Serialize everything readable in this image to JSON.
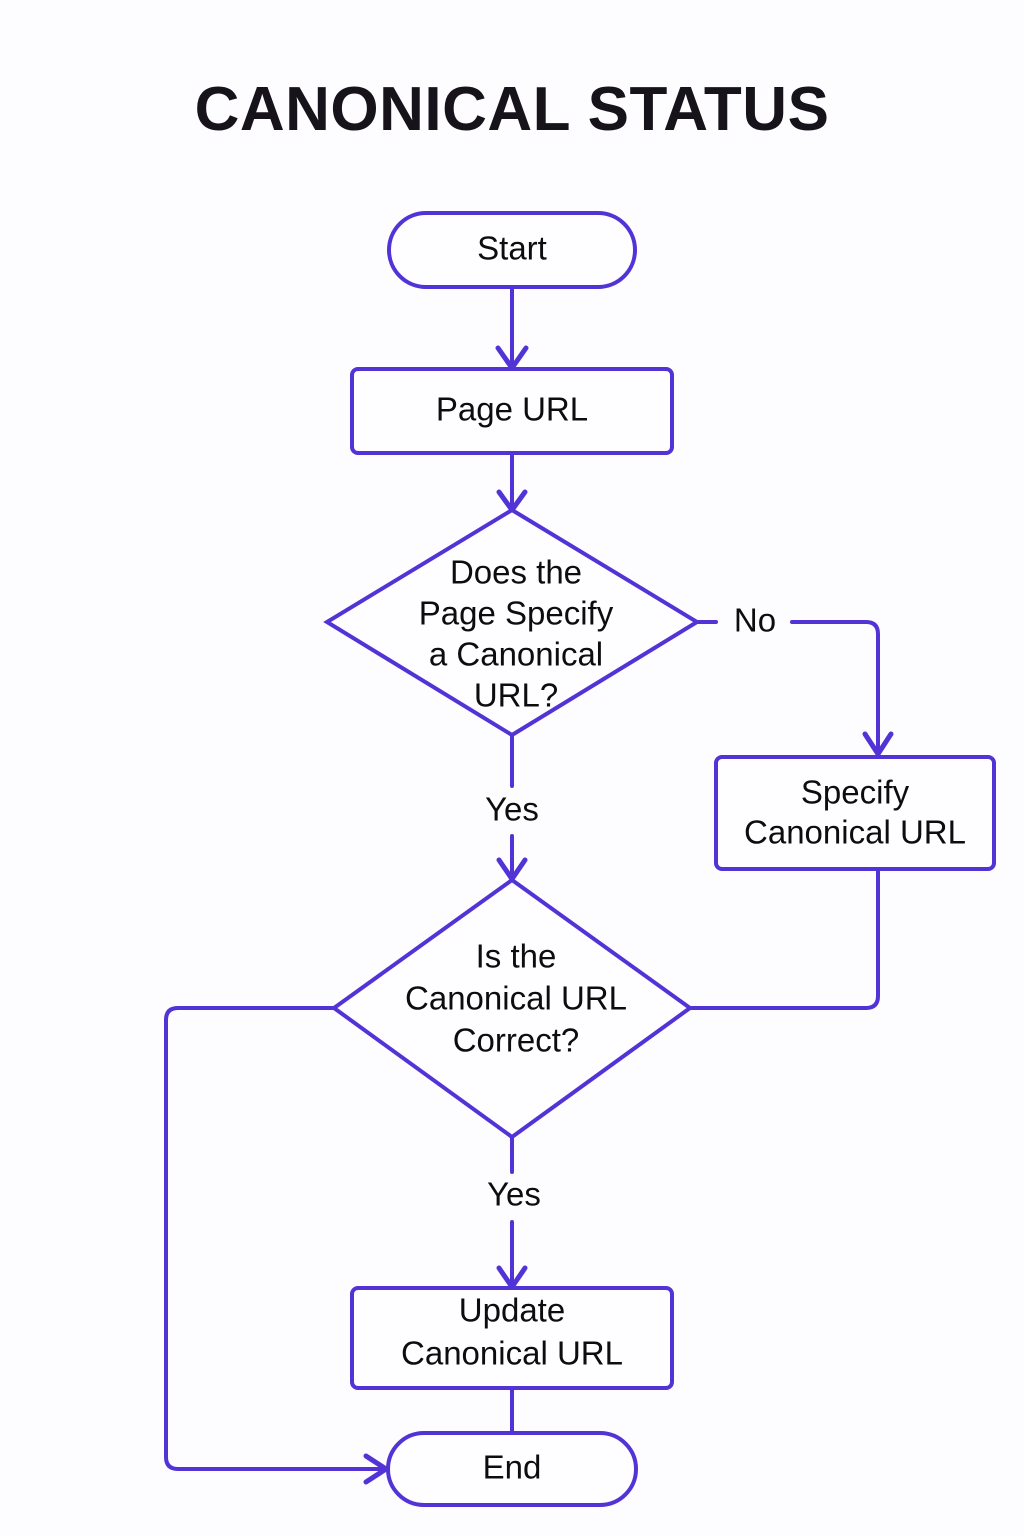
{
  "title": "CANONICAL STATUS",
  "colors": {
    "stroke": "#5233d6",
    "node_fill": "#fefdff",
    "text": "#0d0d10",
    "background": "#fdfcfe"
  },
  "chart_data": {
    "type": "diagram",
    "diagram_type": "flowchart",
    "title": "CANONICAL STATUS",
    "orientation": "top-to-bottom",
    "nodes": [
      {
        "id": "start",
        "label": "Start",
        "shape": "stadium",
        "lines": [
          "Start"
        ]
      },
      {
        "id": "page_url",
        "label": "Page URL",
        "shape": "rectangle",
        "lines": [
          "Page URL"
        ]
      },
      {
        "id": "q1",
        "label": "Does the Page Specify a Canonical URL?",
        "shape": "diamond",
        "lines": [
          "Does the",
          "Page Specify",
          "a Canonical",
          "URL?"
        ]
      },
      {
        "id": "specify",
        "label": "Specify Canonical URL",
        "shape": "rectangle",
        "lines": [
          "Specify",
          "Canonical URL"
        ]
      },
      {
        "id": "q2",
        "label": "Is the Canonical URL Correct?",
        "shape": "diamond",
        "lines": [
          "Is the",
          "Canonical URL",
          "Correct?"
        ]
      },
      {
        "id": "update",
        "label": "Update Canonical URL",
        "shape": "rectangle",
        "lines": [
          "Update",
          "Canonical URL"
        ]
      },
      {
        "id": "end",
        "label": "End",
        "shape": "stadium",
        "lines": [
          "End"
        ]
      }
    ],
    "edges": [
      {
        "from": "start",
        "to": "page_url",
        "label": ""
      },
      {
        "from": "page_url",
        "to": "q1",
        "label": ""
      },
      {
        "from": "q1",
        "to": "specify",
        "label": "No"
      },
      {
        "from": "q1",
        "to": "q2",
        "label": "Yes"
      },
      {
        "from": "specify",
        "to": "q2",
        "label": ""
      },
      {
        "from": "q2",
        "to": "update",
        "label": "Yes"
      },
      {
        "from": "q2",
        "to": "end",
        "label": ""
      },
      {
        "from": "update",
        "to": "end",
        "label": ""
      }
    ]
  },
  "labels": {
    "start": "Start",
    "page_url": "Page URL",
    "q1_line1": "Does the",
    "q1_line2": "Page Specify",
    "q1_line3": "a Canonical",
    "q1_line4": "URL?",
    "specify_line1": "Specify",
    "specify_line2": "Canonical URL",
    "q2_line1": "Is the",
    "q2_line2": "Canonical URL",
    "q2_line3": "Correct?",
    "update_line1": "Update",
    "update_line2": "Canonical URL",
    "end": "End",
    "edge_no": "No",
    "edge_yes_1": "Yes",
    "edge_yes_2": "Yes"
  }
}
